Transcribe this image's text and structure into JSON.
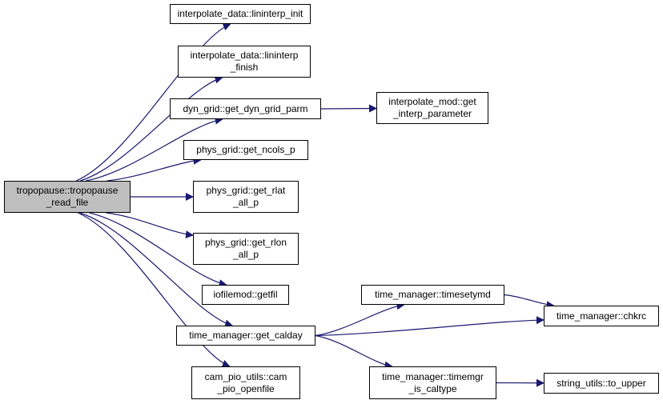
{
  "graph": {
    "root": {
      "label": "tropopause::tropopause\n_read_file"
    },
    "nodes": {
      "lininterp_init": {
        "label": "interpolate_data::lininterp_init"
      },
      "lininterp_finish": {
        "label": "interpolate_data::lininterp\n_finish"
      },
      "get_dyn_grid_parm": {
        "label": "dyn_grid::get_dyn_grid_parm"
      },
      "get_interp_parameter": {
        "label": "interpolate_mod::get\n_interp_parameter"
      },
      "get_ncols_p": {
        "label": "phys_grid::get_ncols_p"
      },
      "get_rlat_all_p": {
        "label": "phys_grid::get_rlat\n_all_p"
      },
      "get_rlon_all_p": {
        "label": "phys_grid::get_rlon\n_all_p"
      },
      "getfil": {
        "label": "iofilemod::getfil"
      },
      "get_calday": {
        "label": "time_manager::get_calday"
      },
      "timesetymd": {
        "label": "time_manager::timesetymd"
      },
      "chkrc": {
        "label": "time_manager::chkrc"
      },
      "timemgr_is_caltype": {
        "label": "time_manager::timemgr\n_is_caltype"
      },
      "to_upper": {
        "label": "string_utils::to_upper"
      },
      "cam_pio_openfile": {
        "label": "cam_pio_utils::cam\n_pio_openfile"
      }
    },
    "edges": [
      [
        "root",
        "lininterp_init"
      ],
      [
        "root",
        "lininterp_finish"
      ],
      [
        "root",
        "get_dyn_grid_parm"
      ],
      [
        "get_dyn_grid_parm",
        "get_interp_parameter"
      ],
      [
        "root",
        "get_ncols_p"
      ],
      [
        "root",
        "get_rlat_all_p"
      ],
      [
        "root",
        "get_rlon_all_p"
      ],
      [
        "root",
        "getfil"
      ],
      [
        "root",
        "get_calday"
      ],
      [
        "get_calday",
        "timesetymd"
      ],
      [
        "timesetymd",
        "chkrc"
      ],
      [
        "get_calday",
        "chkrc"
      ],
      [
        "get_calday",
        "timemgr_is_caltype"
      ],
      [
        "timemgr_is_caltype",
        "to_upper"
      ],
      [
        "root",
        "cam_pio_openfile"
      ]
    ],
    "colors": {
      "edge": "#191970",
      "root_fill": "#bfbfbf",
      "node_fill": "#ffffff",
      "border": "#000000"
    }
  }
}
